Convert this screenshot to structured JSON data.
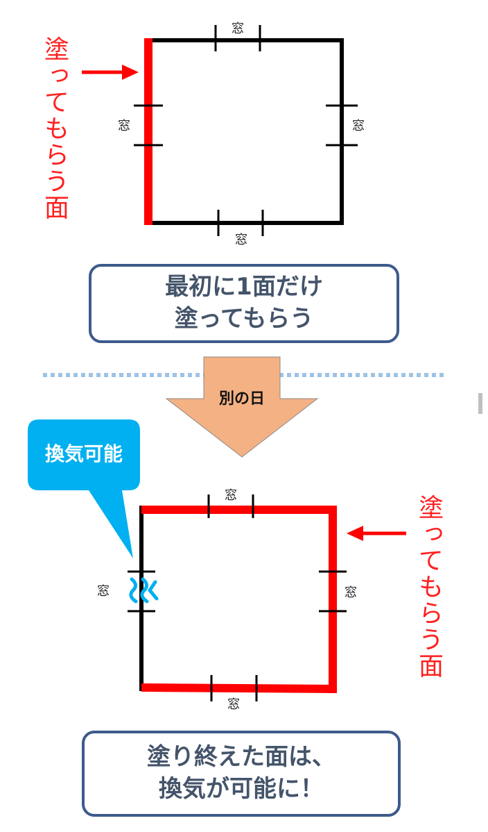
{
  "top": {
    "painted_label": "塗ってもらう面",
    "windows": {
      "top": "窓",
      "left": "窓",
      "right": "窓",
      "bottom": "窓"
    },
    "caption_line1": "最初に1面だけ",
    "caption_line2": "塗ってもらう"
  },
  "divider": {
    "arrow_label": "別の日"
  },
  "bottom": {
    "bubble_label": "換気可能",
    "painted_label": "塗ってもらう面",
    "windows": {
      "top": "窓",
      "left": "窓",
      "right": "窓",
      "bottom": "窓"
    },
    "caption_line1": "塗り終えた面は、",
    "caption_line2": "換気が可能に！"
  },
  "colors": {
    "paint_red": "#ff0000",
    "wall_black": "#000000",
    "caption_border": "#3d5a8c",
    "caption_text": "#44546a",
    "arrow_fill": "#f4b183",
    "divider_dots": "#9dc3e6",
    "bubble_fill": "#00b0f0",
    "airflow_icon": "#00b0f0"
  }
}
